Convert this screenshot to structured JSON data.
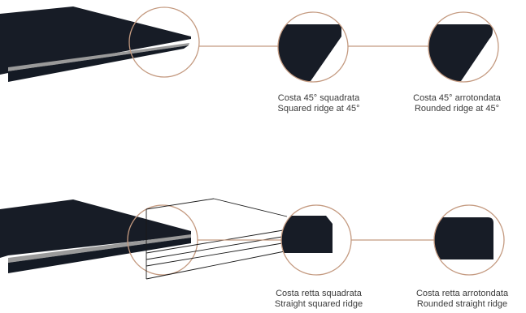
{
  "colors": {
    "slab": "#171c26",
    "slab_top": "#141a24",
    "edge_band": "#9a9a9a",
    "circle_stroke": "#c49a80",
    "connector": "#c49a80",
    "caption": "#3a3a3a",
    "projection_lines": "#1a1a1a"
  },
  "captions": {
    "top_squared": {
      "line1": "Costa 45° squadrata",
      "line2": "Squared ridge at 45°"
    },
    "top_rounded": {
      "line1": "Costa 45° arrotondata",
      "line2": "Rounded ridge at 45°"
    },
    "bottom_squared": {
      "line1": "Costa retta squadrata",
      "line2": "Straight squared ridge"
    },
    "bottom_rounded": {
      "line1": "Costa retta arrotondata",
      "line2": "Rounded straight ridge"
    }
  }
}
